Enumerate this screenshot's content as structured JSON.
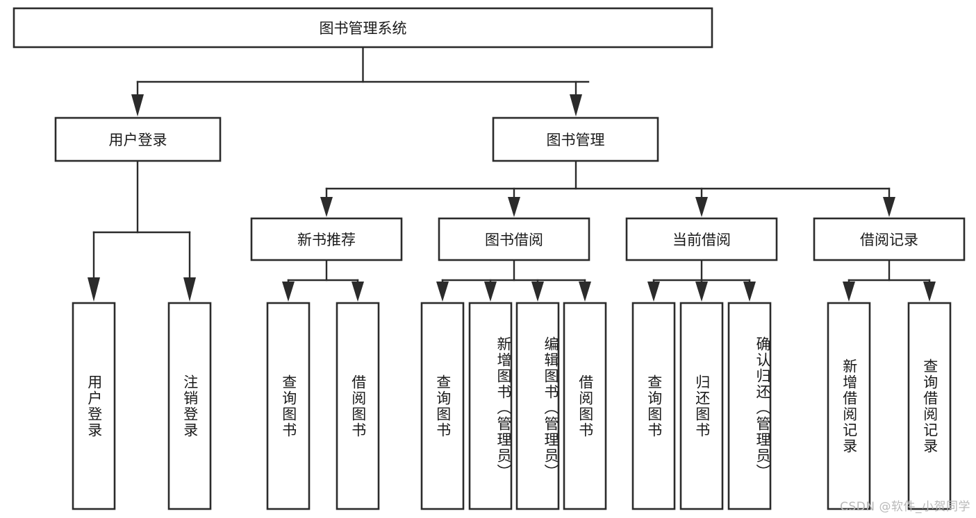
{
  "diagram": {
    "title": "图书管理系统",
    "type": "tree-hierarchy",
    "root": {
      "id": "root",
      "label": "图书管理系统",
      "orientation": "horizontal"
    },
    "level2": [
      {
        "id": "user-login",
        "label": "用户登录",
        "orientation": "horizontal"
      },
      {
        "id": "book-manage",
        "label": "图书管理",
        "orientation": "horizontal"
      }
    ],
    "level3": [
      {
        "id": "new-book-recommend",
        "label": "新书推荐",
        "orientation": "horizontal",
        "parent": "book-manage"
      },
      {
        "id": "book-borrow",
        "label": "图书借阅",
        "orientation": "horizontal",
        "parent": "book-manage"
      },
      {
        "id": "current-borrow",
        "label": "当前借阅",
        "orientation": "horizontal",
        "parent": "book-manage"
      },
      {
        "id": "borrow-record",
        "label": "借阅记录",
        "orientation": "horizontal",
        "parent": "book-manage"
      }
    ],
    "leaves": [
      {
        "id": "leaf-user-login",
        "label": "用户登录",
        "parent": "user-login",
        "orientation": "vertical"
      },
      {
        "id": "leaf-logout-login",
        "label": "注销登录",
        "parent": "user-login",
        "orientation": "vertical"
      },
      {
        "id": "leaf-query-book-1",
        "label": "查询图书",
        "parent": "new-book-recommend",
        "orientation": "vertical"
      },
      {
        "id": "leaf-borrow-book-1",
        "label": "借阅图书",
        "parent": "new-book-recommend",
        "orientation": "vertical"
      },
      {
        "id": "leaf-query-book-2",
        "label": "查询图书",
        "parent": "book-borrow",
        "orientation": "vertical"
      },
      {
        "id": "leaf-add-book-admin",
        "label": "新增图书（管理员）",
        "parent": "book-borrow",
        "orientation": "vertical"
      },
      {
        "id": "leaf-edit-book-admin",
        "label": "编辑图书（管理员）",
        "parent": "book-borrow",
        "orientation": "vertical"
      },
      {
        "id": "leaf-borrow-book-2",
        "label": "借阅图书",
        "parent": "book-borrow",
        "orientation": "vertical"
      },
      {
        "id": "leaf-query-book-3",
        "label": "查询图书",
        "parent": "current-borrow",
        "orientation": "vertical"
      },
      {
        "id": "leaf-return-book",
        "label": "归还图书",
        "parent": "current-borrow",
        "orientation": "vertical"
      },
      {
        "id": "leaf-confirm-return-admin",
        "label": "确认归还（管理员）",
        "parent": "current-borrow",
        "orientation": "vertical"
      },
      {
        "id": "leaf-add-borrow-record",
        "label": "新增借阅记录",
        "parent": "borrow-record",
        "orientation": "vertical"
      },
      {
        "id": "leaf-query-borrow-record",
        "label": "查询借阅记录",
        "parent": "borrow-record",
        "orientation": "vertical"
      }
    ],
    "colors": {
      "box_stroke": "#2b2b2b",
      "box_fill": "#ffffff",
      "connector": "#2b2b2b",
      "text": "#1a1a1a",
      "watermark": "#b9b9b9",
      "background": "#ffffff"
    }
  },
  "watermark": {
    "text": "CSDN @软件_小贺同学"
  }
}
